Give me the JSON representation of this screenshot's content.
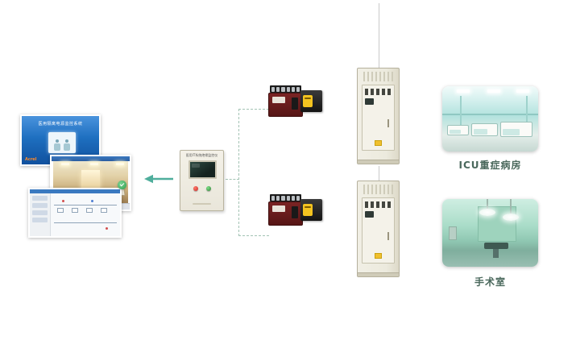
{
  "screens": {
    "presentation": {
      "title": "医用隔离电源监控系统",
      "brand": "Acrel"
    }
  },
  "central_monitor": {
    "label": "医用IT系统绝缘监控仪"
  },
  "branches": [
    {
      "room_label": "ICU重症病房"
    },
    {
      "room_label": "手术室"
    }
  ],
  "colors": {
    "arrow": "#4fae9c",
    "dashed_line": "#a3c3b4",
    "cabinet_body": "#ecebe0",
    "ats_red": "#6b2020",
    "device_badge_yellow": "#f3c320",
    "icu_room_teal": "#b2e2de",
    "operating_room_green": "#a9dcc8",
    "room_label_text": "#4a685c",
    "presentation_blue": "#1e6fc0"
  }
}
